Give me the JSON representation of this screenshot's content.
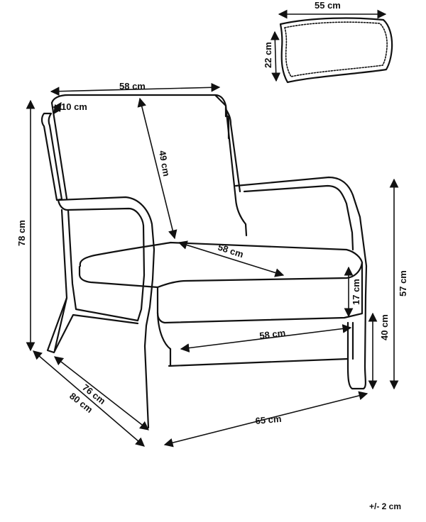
{
  "dimensions": {
    "pillow_width": "55 cm",
    "pillow_height": "22 cm",
    "back_width": "58 cm",
    "frame_depth": "10 cm",
    "back_height": "49 cm",
    "total_height": "78 cm",
    "seat_depth": "58 cm",
    "seat_height_cushion": "17 cm",
    "seat_width": "58 cm",
    "arm_height": "57 cm",
    "seat_height": "40 cm",
    "depth_inner": "76 cm",
    "depth_outer": "80 cm",
    "width_total": "65 cm"
  },
  "tolerance": "+/- 2 cm"
}
